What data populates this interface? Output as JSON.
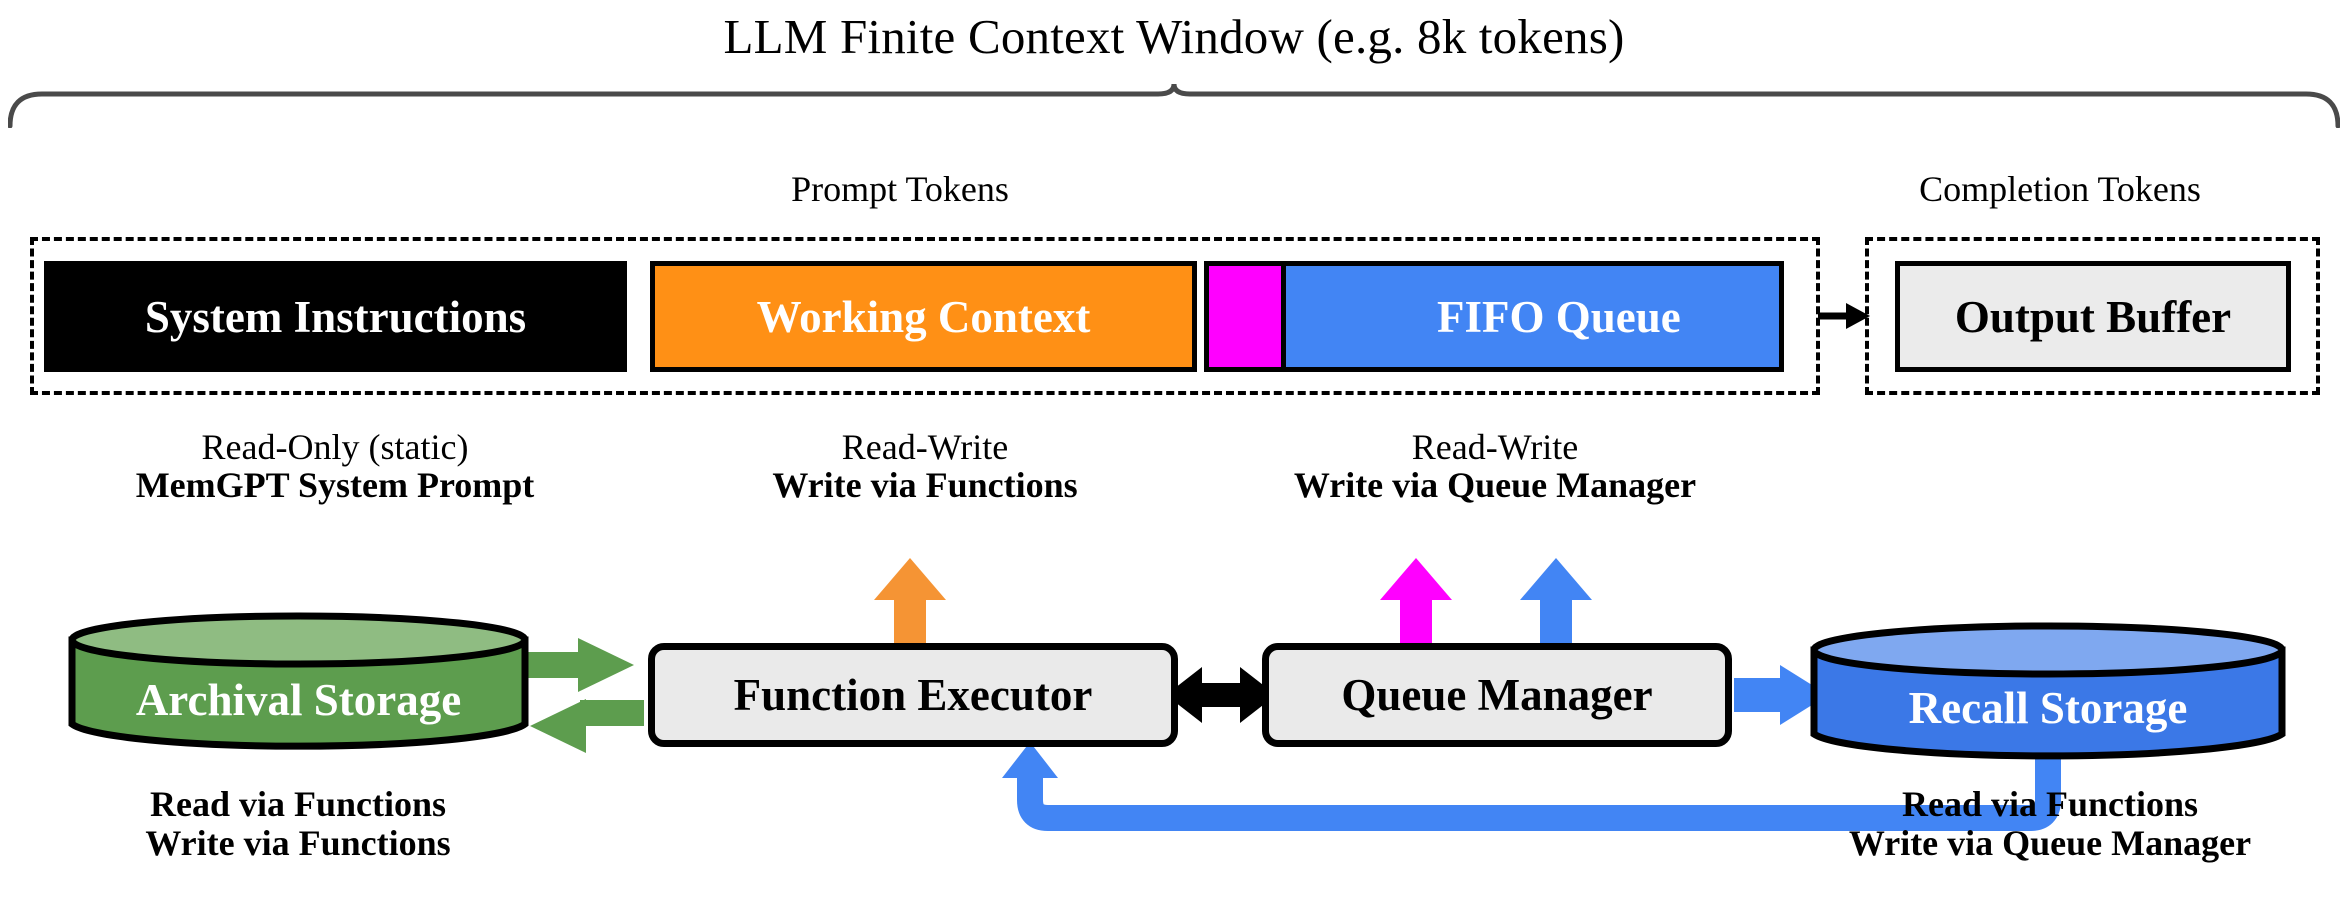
{
  "diagram": {
    "title": "LLM Finite Context Window (e.g. 8k tokens)",
    "groups": {
      "prompt_tokens": "Prompt Tokens",
      "completion_tokens": "Completion Tokens"
    },
    "context_blocks": [
      {
        "id": "system",
        "label": "System Instructions",
        "fill": "#000000",
        "text_color": "#FFFFFF"
      },
      {
        "id": "working",
        "label": "Working Context",
        "fill": "#FF9015",
        "text_color": "#FFFFFF"
      },
      {
        "id": "fifo",
        "label": "FIFO Queue",
        "fill": "#4285F4",
        "text_color": "#FFFFFF",
        "segment_fill": "#FF00FF"
      },
      {
        "id": "output",
        "label": "Output Buffer",
        "fill": "#EBEBEB",
        "text_color": "#000000"
      }
    ],
    "annotations": [
      {
        "id": "system",
        "line1": "Read-Only (static)",
        "line2": "MemGPT System Prompt"
      },
      {
        "id": "working",
        "line1": "Read-Write",
        "line2": "Write via Functions"
      },
      {
        "id": "fifo",
        "line1": "Read-Write",
        "line2": "Write via Queue Manager"
      }
    ],
    "components": [
      {
        "id": "function-executor",
        "label": "Function Executor",
        "fill": "#EAEAEA"
      },
      {
        "id": "queue-manager",
        "label": "Queue Manager",
        "fill": "#EAEAEA"
      }
    ],
    "storages": [
      {
        "id": "archival",
        "label": "Archival Storage",
        "fill": "#5D9D4E",
        "top_fill": "#8FBC82",
        "caption_line1": "Read via Functions",
        "caption_line2": "Write via Functions"
      },
      {
        "id": "recall",
        "label": "Recall Storage",
        "fill": "#3B78E7",
        "top_fill": "#7FA8F0",
        "caption_line1": "Read via Functions",
        "caption_line2": "Write via Queue Manager"
      }
    ],
    "colors": {
      "orange": "#FF9015",
      "blue": "#4285F4",
      "magenta": "#FF00FF",
      "green": "#5D9D4E",
      "black": "#000000",
      "gray": "#EAEAEA"
    }
  }
}
